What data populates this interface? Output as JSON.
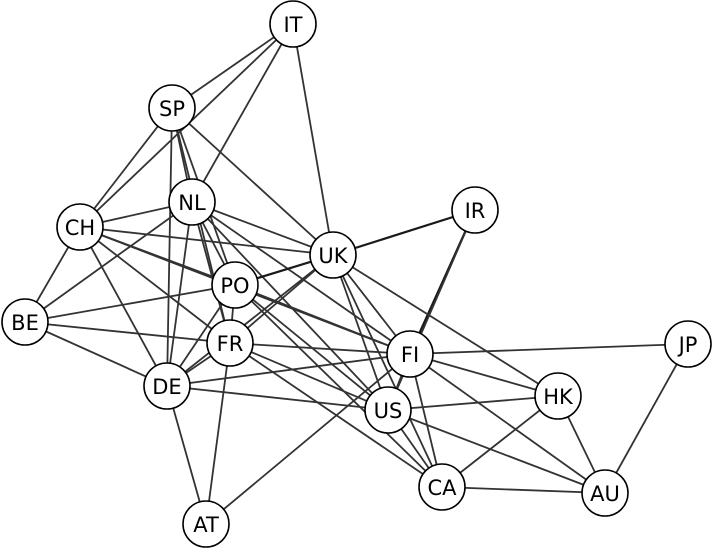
{
  "nodes": [
    {
      "id": "IT",
      "label": "IT"
    },
    {
      "id": "SP",
      "label": "SP"
    },
    {
      "id": "NL",
      "label": "NL"
    },
    {
      "id": "CH",
      "label": "CH"
    },
    {
      "id": "IR",
      "label": "IR"
    },
    {
      "id": "UK",
      "label": "UK"
    },
    {
      "id": "PO",
      "label": "PO"
    },
    {
      "id": "BE",
      "label": "BE"
    },
    {
      "id": "FR",
      "label": "FR"
    },
    {
      "id": "FI",
      "label": "FI"
    },
    {
      "id": "JP",
      "label": "JP"
    },
    {
      "id": "DE",
      "label": "DE"
    },
    {
      "id": "HK",
      "label": "HK"
    },
    {
      "id": "US",
      "label": "US"
    },
    {
      "id": "CA",
      "label": "CA"
    },
    {
      "id": "AU",
      "label": "AU"
    },
    {
      "id": "AT",
      "label": "AT"
    }
  ],
  "edges": [
    [
      "IT",
      "SP"
    ],
    [
      "IT",
      "NL"
    ],
    [
      "IT",
      "UK"
    ],
    [
      "IT",
      "CH"
    ],
    [
      "SP",
      "CH"
    ],
    [
      "SP",
      "NL"
    ],
    [
      "SP",
      "PO"
    ],
    [
      "SP",
      "FR"
    ],
    [
      "SP",
      "UK"
    ],
    [
      "SP",
      "DE"
    ],
    [
      "NL",
      "CH"
    ],
    [
      "NL",
      "BE"
    ],
    [
      "NL",
      "PO"
    ],
    [
      "NL",
      "FR"
    ],
    [
      "NL",
      "UK"
    ],
    [
      "NL",
      "DE"
    ],
    [
      "NL",
      "FI"
    ],
    [
      "NL",
      "US"
    ],
    [
      "CH",
      "BE"
    ],
    [
      "CH",
      "UK"
    ],
    [
      "CH",
      "PO"
    ],
    [
      "CH",
      "FR"
    ],
    [
      "CH",
      "DE"
    ],
    [
      "CH",
      "FI"
    ],
    [
      "IR",
      "UK"
    ],
    [
      "IR",
      "FI"
    ],
    [
      "IR",
      "US"
    ],
    [
      "UK",
      "PO"
    ],
    [
      "UK",
      "FR"
    ],
    [
      "UK",
      "DE"
    ],
    [
      "UK",
      "FI"
    ],
    [
      "UK",
      "US"
    ],
    [
      "UK",
      "HK"
    ],
    [
      "UK",
      "CA"
    ],
    [
      "PO",
      "BE"
    ],
    [
      "PO",
      "FR"
    ],
    [
      "PO",
      "DE"
    ],
    [
      "PO",
      "FI"
    ],
    [
      "PO",
      "US"
    ],
    [
      "PO",
      "CA"
    ],
    [
      "BE",
      "FR"
    ],
    [
      "BE",
      "DE"
    ],
    [
      "FR",
      "DE"
    ],
    [
      "FR",
      "FI"
    ],
    [
      "FR",
      "US"
    ],
    [
      "FR",
      "AT"
    ],
    [
      "FR",
      "CA"
    ],
    [
      "FI",
      "JP"
    ],
    [
      "FI",
      "DE"
    ],
    [
      "FI",
      "HK"
    ],
    [
      "FI",
      "US"
    ],
    [
      "FI",
      "CA"
    ],
    [
      "FI",
      "AU"
    ],
    [
      "FI",
      "AT"
    ],
    [
      "DE",
      "US"
    ],
    [
      "DE",
      "AT"
    ],
    [
      "JP",
      "AU"
    ],
    [
      "HK",
      "US"
    ],
    [
      "HK",
      "CA"
    ],
    [
      "HK",
      "AU"
    ],
    [
      "US",
      "CA"
    ],
    [
      "US",
      "AU"
    ],
    [
      "CA",
      "AU"
    ]
  ],
  "heavy_edges": [
    [
      "IR",
      "UK"
    ],
    [
      "PO",
      "UK"
    ],
    [
      "IR",
      "FI"
    ]
  ]
}
